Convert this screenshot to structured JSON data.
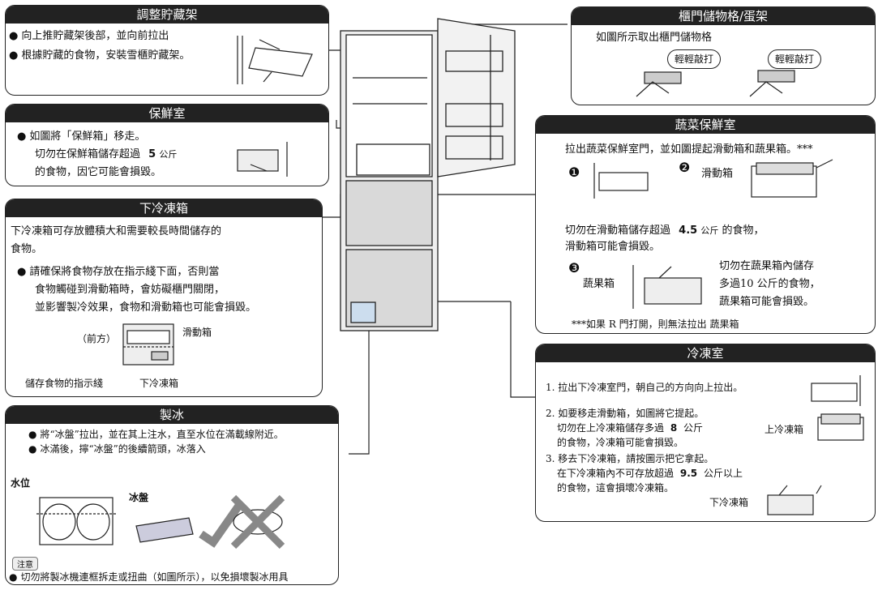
{
  "adjust": {
    "title": "調整貯藏架",
    "b1": "向上推貯藏架後部，並向前拉出",
    "b2": "根據貯藏的食物，安裝雪櫃貯藏架。"
  },
  "chilled": {
    "title": "保鮮室",
    "l1": "如圖將「保鮮箱」移走。",
    "l2a": "切勿在保鮮箱儲存超過",
    "num": "5",
    "unit": "公斤",
    "l3": "的食物，因它可能會損毀。"
  },
  "lowerfreezer": {
    "title": "下冷凍箱",
    "p1": "下冷凍箱可存放體積大和需要較長時間儲存的",
    "p2": "食物。",
    "b1": "請確保將食物存放在指示綫下面，否則當",
    "b2": "食物觸碰到滑動箱時，會妨礙櫃門關閉，",
    "b3": "並影響製冷效果，食物和滑動箱也可能會損毀。",
    "front": "（前方）",
    "slide": "滑動箱",
    "indicator": "儲存食物的指示綫",
    "lower": "下冷凍箱"
  },
  "ice": {
    "title": "製冰",
    "b1": "將“冰盤”拉出，並在其上注水，直至水位在滿載線附近。",
    "b2": "冰滿後，擰“冰盤”的後續箭頭，冰落入",
    "water": "水位",
    "tray": "冰盤",
    "note": "注意",
    "warn": "切勿將製冰機連框拆走或扭曲（如圖所示），以免損壞製冰用具"
  },
  "doorpocket": {
    "title": "櫃門儲物格/蛋架",
    "line": "如圖所示取出櫃門儲物格",
    "tap1": "輕輕敲打",
    "tap2": "輕輕敲打"
  },
  "veg": {
    "title": "蔬菜保鮮室",
    "intro": "拉出蔬菜保鮮室門，並如圖提起滑動箱和蔬果箱。***",
    "n1": "❶",
    "n2": "❷",
    "n3": "❸",
    "slide": "滑動箱",
    "warn1a": "切勿在滑動箱儲存超過",
    "warn1num": "4.5",
    "warn1b": "公斤",
    "warn1c": "的食物，",
    "warn2": "滑動箱可能會損毀。",
    "crisper": "蔬果箱",
    "c1": "切勿在蔬果箱內儲存",
    "c2": "多過10 公斤的食物，",
    "c3": "蔬果箱可能會損毀。",
    "foot": "***如果 R 門打開，則無法拉出 蔬果箱"
  },
  "freezer": {
    "title": "冷凍室",
    "s1": "1. 拉出下冷凍室門，朝自己的方向向上拉出。",
    "s2a": "2. 如要移走滑動箱，如圖將它提起。",
    "s2b": "切勿在上冷凍箱儲存多過",
    "s2num": "8",
    "s2unit": "公斤",
    "s2c": "的食物，冷凍箱可能會損毀。",
    "upper": "上冷凍箱",
    "s3a": "3. 移去下冷凍箱，請按圖示把它拿起。",
    "s3b": "在下冷凍箱內不可存放超過",
    "s3num": "9.5",
    "s3unit": "公斤以上",
    "s3c": "的食物，這會損壞冷凍箱。",
    "lower": "下冷凍箱"
  }
}
